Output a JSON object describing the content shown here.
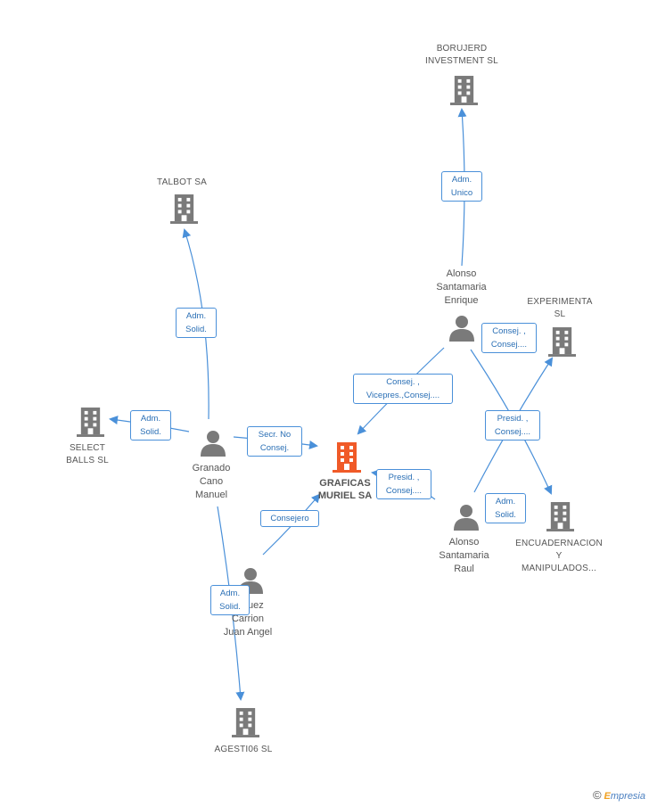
{
  "colors": {
    "edge": "#4a90d9",
    "node": "#7a7a7a",
    "focus": "#f05a28",
    "label_text": "#555555"
  },
  "nodes": {
    "borujerd": {
      "label": "BORUJERD\nINVESTMENT SL",
      "icon": "building-icon"
    },
    "talbot": {
      "label": "TALBOT SA",
      "icon": "building-icon"
    },
    "select_balls": {
      "label": "SELECT\nBALLS  SL",
      "icon": "building-icon"
    },
    "granado": {
      "label": "Granado\nCano\nManuel",
      "icon": "person-icon"
    },
    "graficas": {
      "label": "GRAFICAS\nMURIEL SA",
      "icon": "building-icon"
    },
    "alonso_enrique": {
      "label": "Alonso\nSantamaria\nEnrique",
      "icon": "person-icon"
    },
    "experimenta": {
      "label": "EXPERIMENTA\nSL",
      "icon": "building-icon"
    },
    "alonso_raul": {
      "label": "Alonso\nSantamaria\nRaul",
      "icon": "person-icon"
    },
    "encuadernacion": {
      "label": "ENCUADERNACION\nY\nMANIPULADOS...",
      "icon": "building-icon"
    },
    "rodriguez": {
      "label": "...iguez\nCarrion\nJuan Angel",
      "icon": "person-icon"
    },
    "agesti": {
      "label": "AGESTI06 SL",
      "icon": "building-icon"
    }
  },
  "edges": {
    "enrique_borujerd": "Adm.\nUnico",
    "granado_talbot": "Adm.\nSolid.",
    "granado_select": "Adm.\nSolid.",
    "granado_graficas": "Secr.  No\nConsej.",
    "enrique_graficas": "Consej. ,\nVicepres.,Consej....",
    "enrique_experimenta": "Consej. ,\nConsej....",
    "raul_experimenta": "Presid. ,\nConsej....",
    "raul_graficas": "Presid. ,\nConsej....",
    "raul_encuadernacion": "Adm.\nSolid.",
    "rodriguez_graficas": "Consejero",
    "granado_agesti": "Adm.\nSolid."
  },
  "footer": {
    "copyright": "©",
    "brand_initial": "E",
    "brand_rest": "mpresia"
  }
}
